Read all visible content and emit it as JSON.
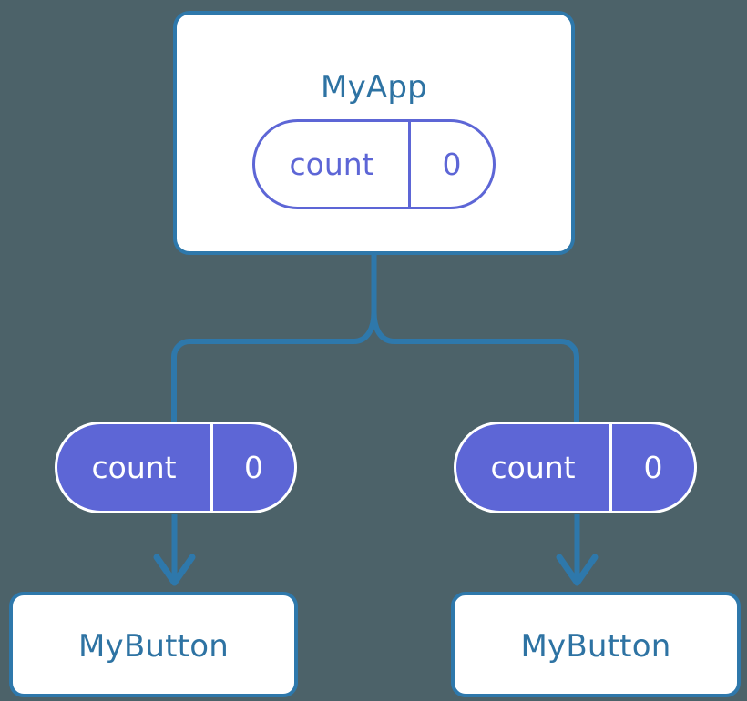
{
  "diagram": {
    "title_text": "",
    "background_color": "#4c6269",
    "wire_color": "#2e78ab",
    "component_border_color": "#2e78ab",
    "component_fill_color": "#ffffff",
    "component_text_color": "#2e73a3",
    "state_accent_color": "#5d66d6",
    "state_text_on_solid": "#ffffff"
  },
  "root_component": {
    "name": "MyApp",
    "state": {
      "key": "count",
      "value": "0"
    }
  },
  "props": [
    {
      "key": "count",
      "value": "0",
      "target": "MyButton"
    },
    {
      "key": "count",
      "value": "0",
      "target": "MyButton"
    }
  ],
  "child_components": [
    {
      "name": "MyButton"
    },
    {
      "name": "MyButton"
    }
  ],
  "connectors": {
    "trunk_label": "",
    "arrow_label": ""
  }
}
